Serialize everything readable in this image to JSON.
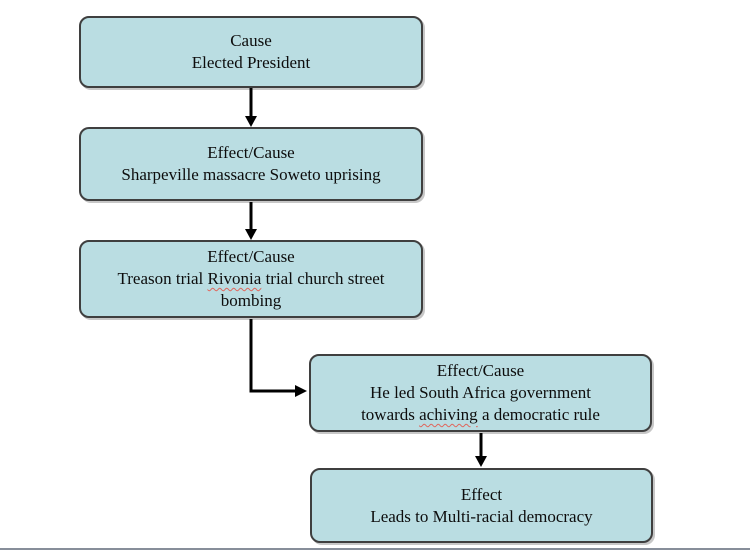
{
  "theme": {
    "page_background": "#ffffff",
    "node_fill": "#badde2",
    "node_border": "#3f3f3f",
    "arrow_color": "#000000",
    "misspell_underline": "#e0655b",
    "divider_color": "#878e9a"
  },
  "diagram": {
    "type": "flowchart-cause-effect",
    "nodes": [
      {
        "label": "Cause",
        "line1": "Elected President"
      },
      {
        "label": "Effect/Cause",
        "line1": "Sharpeville massacre Soweto uprising"
      },
      {
        "label": "Effect/Cause",
        "line1_pre": "Treason trial ",
        "line1_misspelled": "Rivonia",
        "line1_post": " trial church street",
        "line2": "bombing"
      },
      {
        "label": "Effect/Cause",
        "line1": "He led South Africa government",
        "line2_pre": "towards ",
        "line2_misspelled": "achiving",
        "line2_post": " a democratic rule"
      },
      {
        "label": "Effect",
        "line1": "Leads to Multi-racial democracy"
      }
    ],
    "connections": [
      {
        "from": "Cause: Elected President",
        "to": "Effect/Cause: Sharpeville massacre Soweto uprising"
      },
      {
        "from": "Effect/Cause: Sharpeville massacre Soweto uprising",
        "to": "Effect/Cause: Treason trial Rivonia trial church street bombing"
      },
      {
        "from": "Effect/Cause: Treason trial Rivonia trial church street bombing",
        "to": "Effect/Cause: He led South Africa government towards achiving a democratic rule"
      },
      {
        "from": "Effect/Cause: He led South Africa government towards achiving a democratic rule",
        "to": "Effect: Leads to Multi-racial democracy"
      }
    ]
  }
}
